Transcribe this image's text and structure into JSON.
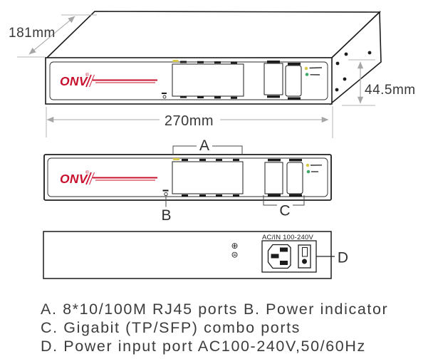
{
  "brand": {
    "name": "ONV",
    "registered": "®",
    "color": "#c8102e"
  },
  "dimensions": {
    "depth": "181mm",
    "width": "270mm",
    "height": "44.5mm"
  },
  "callouts": {
    "a": "A",
    "b": "B",
    "c": "C",
    "d": "D"
  },
  "rear": {
    "power_label": "AC/IN 100-240V",
    "ground_top_symbol": "⊕",
    "ground_bottom_symbol": "⊜"
  },
  "legend": {
    "item_a": "A. 8*10/100M RJ45 ports",
    "item_b": "B. Power indicator",
    "item_c": "C. Gigabit (TP/SFP) combo ports",
    "item_d": "D. Power input port AC100-240V,50/60Hz"
  },
  "colors": {
    "line": "#1c1c1c",
    "dimension_gray": "#a6a6a6",
    "brand_red": "#c8102e",
    "led_yellow": "#d9c94b",
    "led_green": "#3fa96c"
  }
}
